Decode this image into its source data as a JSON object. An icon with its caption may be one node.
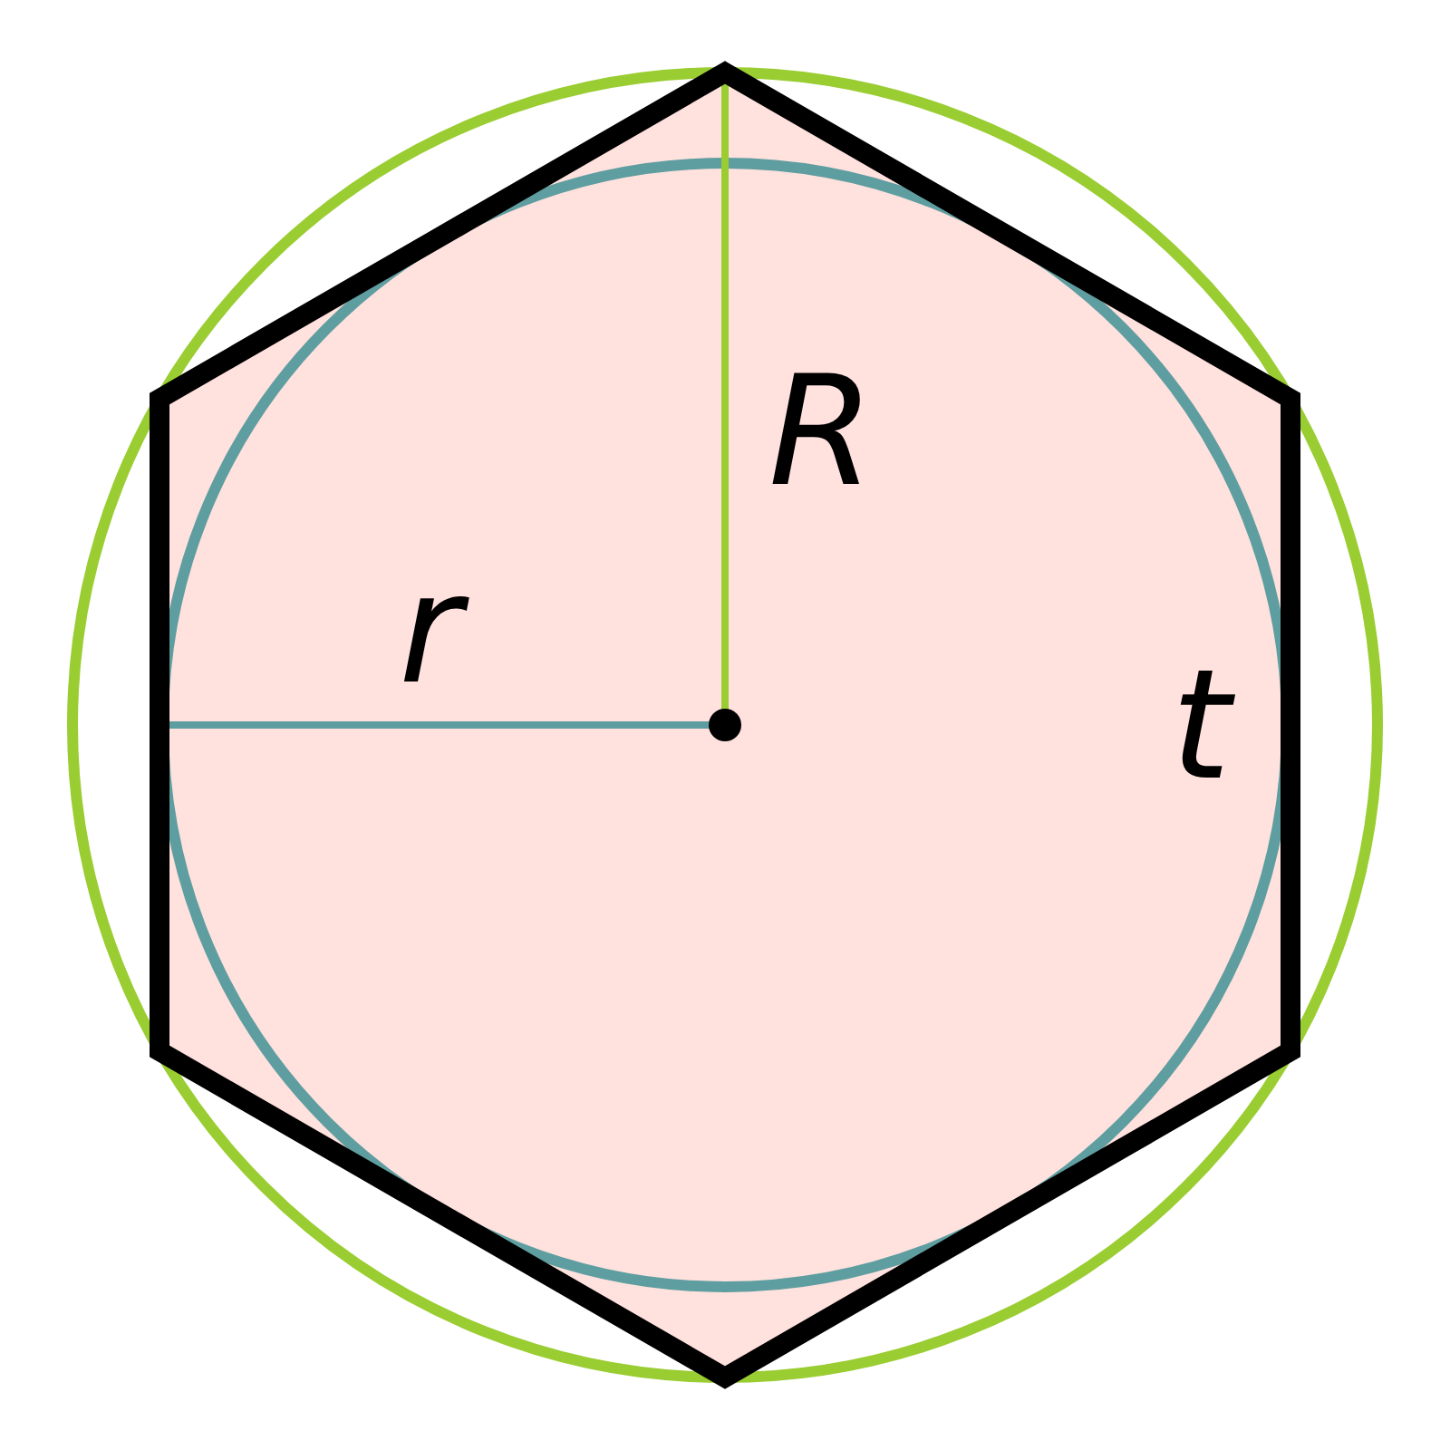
{
  "diagram": {
    "labels": [
      "R",
      "r",
      "t"
    ]
  }
}
